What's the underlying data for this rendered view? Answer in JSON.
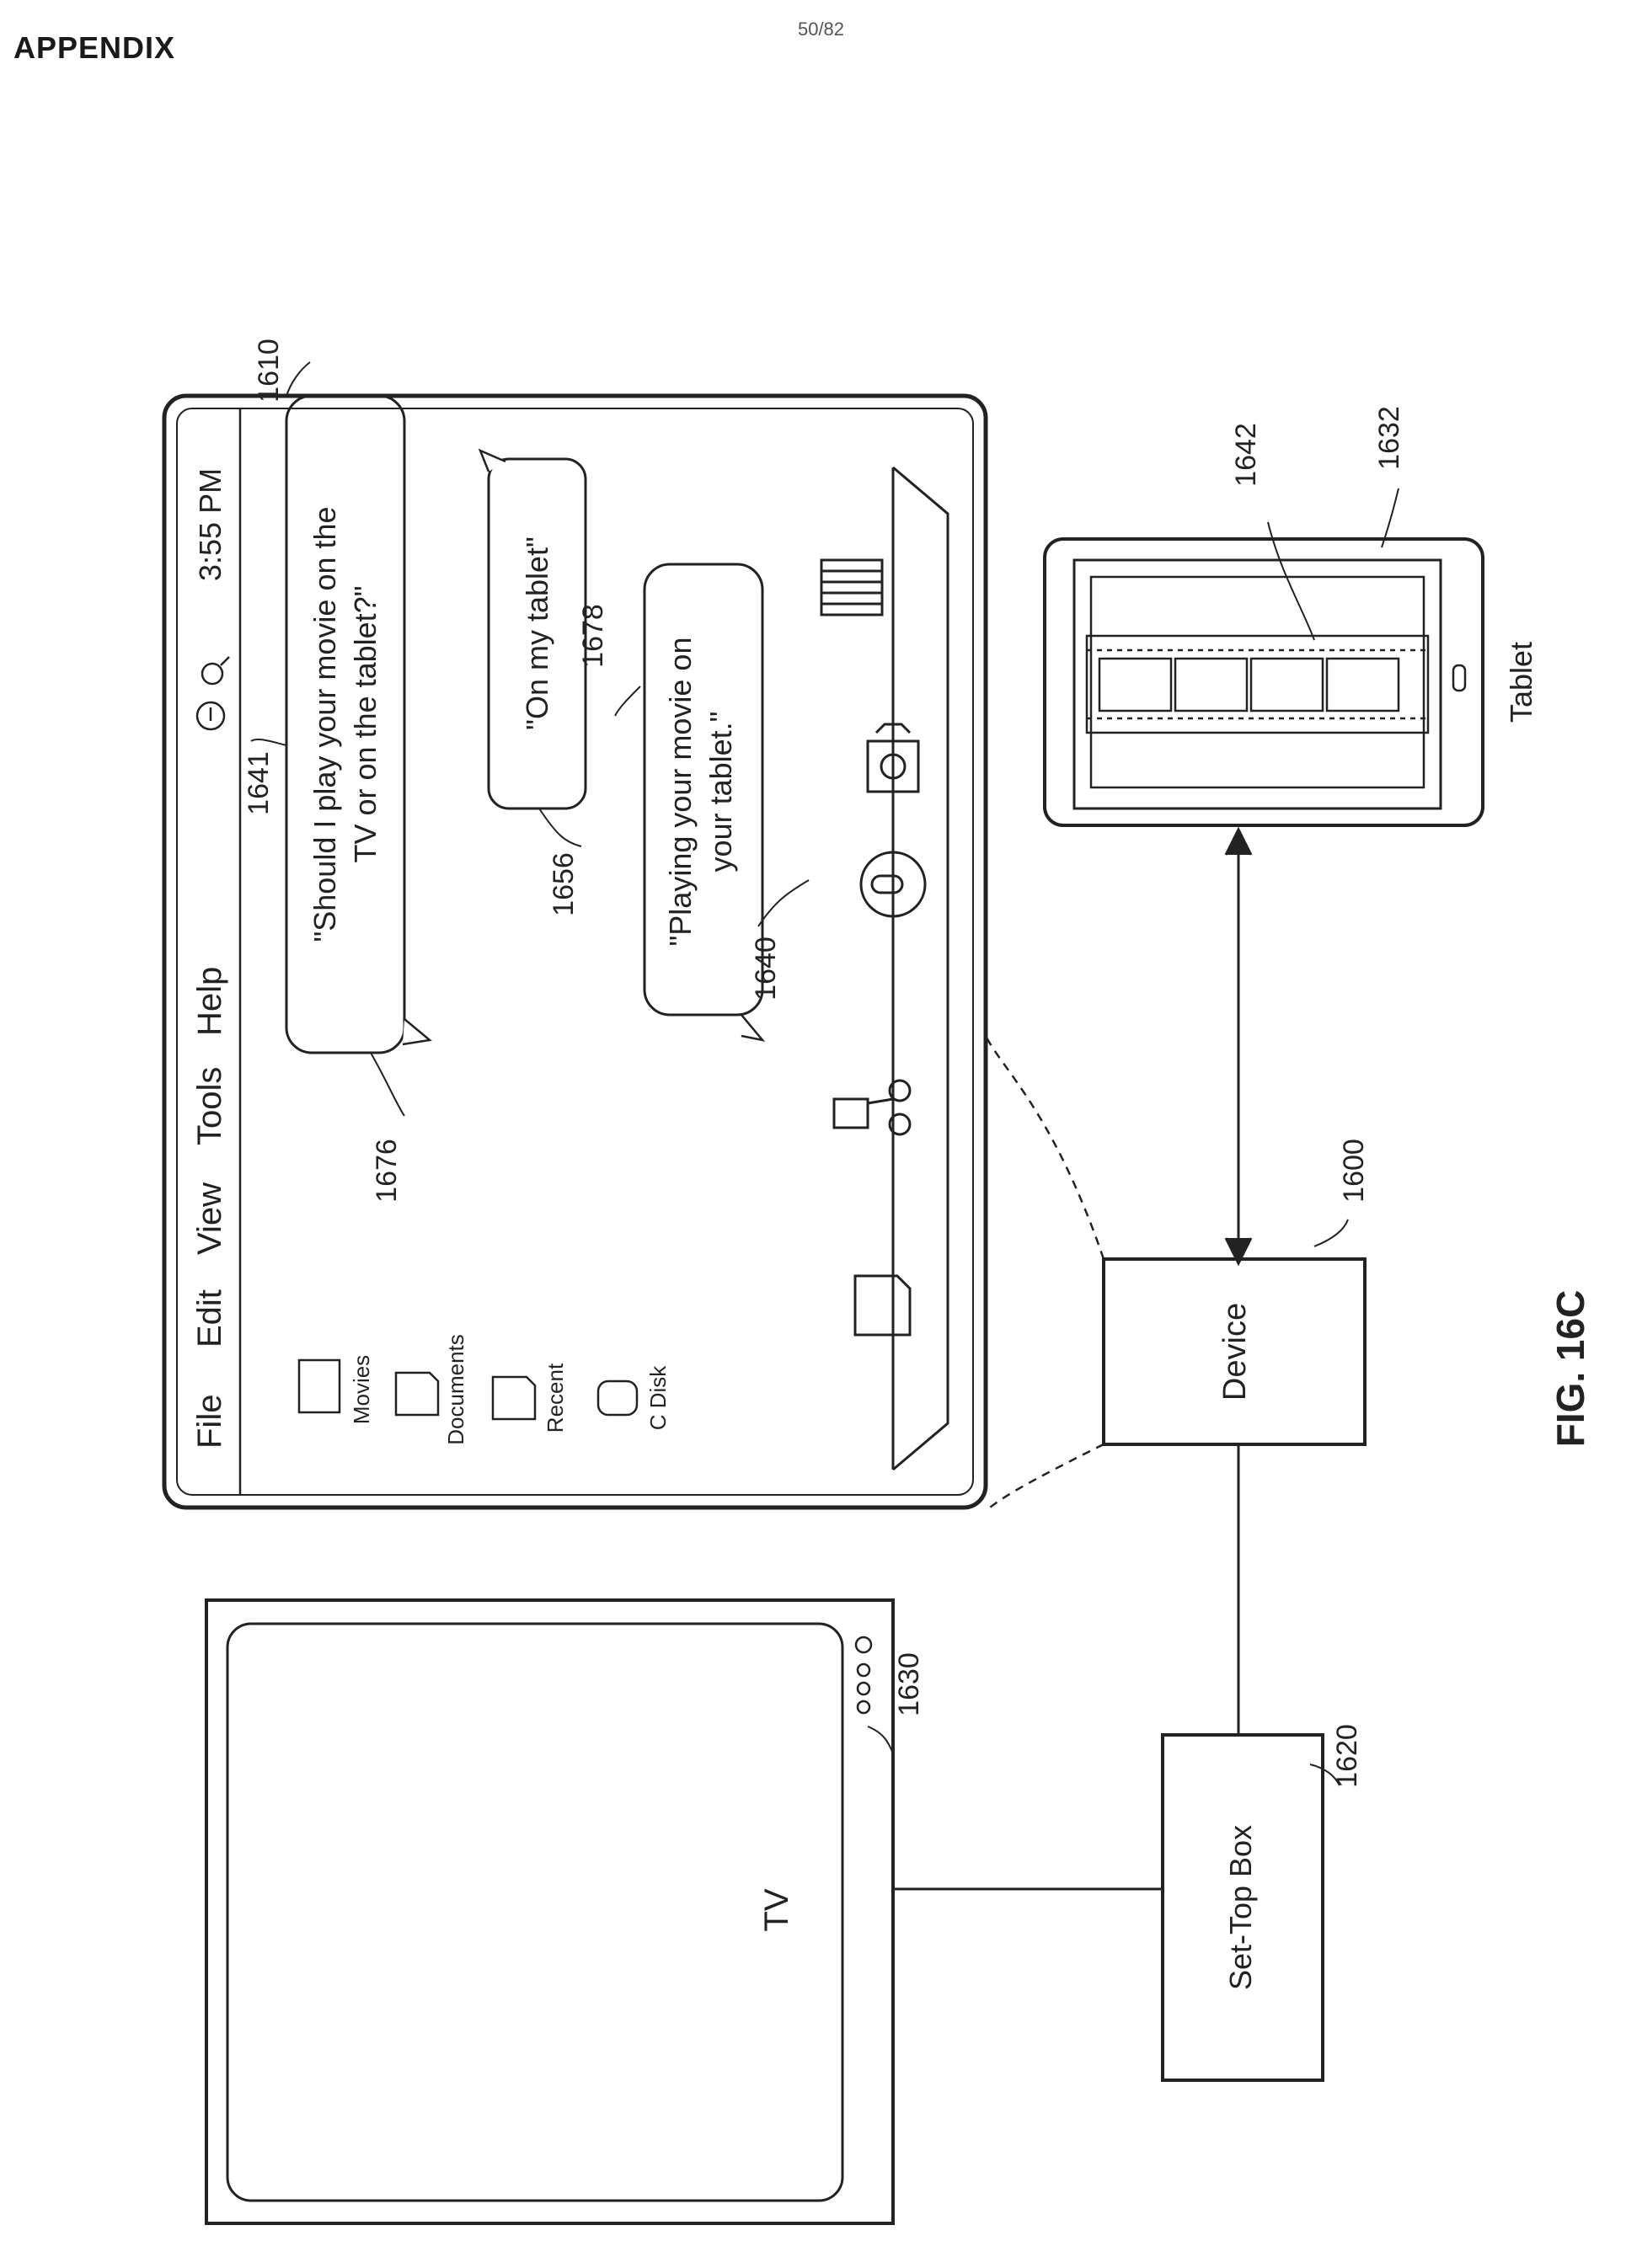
{
  "header": {
    "section": "APPENDIX",
    "page": "50/82"
  },
  "figure": {
    "caption": "FIG. 16C",
    "tv": {
      "label": "TV",
      "ref": "1630"
    },
    "set_top_box": {
      "label": "Set-Top Box",
      "ref": "1620"
    },
    "device": {
      "label": "Device",
      "ref": "1600"
    },
    "tablet": {
      "label": "Tablet",
      "ref": "1632",
      "video_ref": "1642"
    },
    "screen": {
      "ref": "1610",
      "menu": [
        "File",
        "Edit",
        "View",
        "Tools",
        "Help"
      ],
      "clock": "3:55 PM",
      "desktop_icons": [
        "Movies",
        "Documents",
        "Recent",
        "C Disk"
      ],
      "bubbles": {
        "question": {
          "text_line1": "\"Should I play your movie on the",
          "text_line2": "TV or on the tablet?\"",
          "ref": "1676",
          "ref_inner": "1641"
        },
        "answer": {
          "text": "\"On my tablet\"",
          "ref": "1656"
        },
        "confirm": {
          "text_line1": "\"Playing your movie on",
          "text_line2": "your tablet.\"",
          "ref": "1678"
        }
      },
      "mic_ref": "1640"
    }
  }
}
